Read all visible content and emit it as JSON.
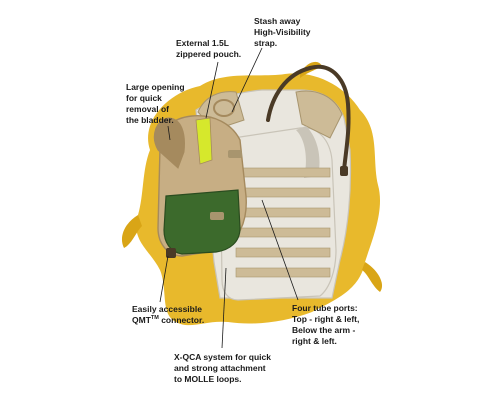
{
  "illustration": {
    "subject": "vest-with-hydration-pouch",
    "colors": {
      "splash": "#e8b92c",
      "splash_dark": "#d9a516",
      "vest_body": "#e9e6de",
      "vest_shadow": "#c9c4b8",
      "webbing": "#cdbb97",
      "webbing_dark": "#a8956e",
      "pouch_tan": "#c7ae84",
      "pouch_tan_dark": "#a58a5e",
      "pouch_green": "#3c6a2c",
      "pouch_green_dark": "#2a4c1f",
      "reflective": "#d6e82c",
      "tube": "#4a3a26",
      "leader_line": "#1a1a1a"
    }
  },
  "callouts": {
    "strap": {
      "lines": [
        "Stash away",
        "High-Visibility",
        "strap."
      ]
    },
    "pouch": {
      "lines": [
        "External 1.5L",
        "zippered pouch."
      ]
    },
    "opening": {
      "lines": [
        "Large opening",
        "for quick",
        "removal of",
        "the bladder."
      ]
    },
    "ports": {
      "lines": [
        "Four tube ports:",
        "Top - right & left,",
        "Below the arm -",
        "right & left."
      ]
    },
    "qmt": {
      "line1": "Easily accessible",
      "line2_prefix": "QMT",
      "line2_sup": "TM",
      "line2_suffix": " connector."
    },
    "qca": {
      "lines": [
        "X-QCA system for quick",
        "and strong attachment",
        "to MOLLE loops."
      ]
    }
  }
}
